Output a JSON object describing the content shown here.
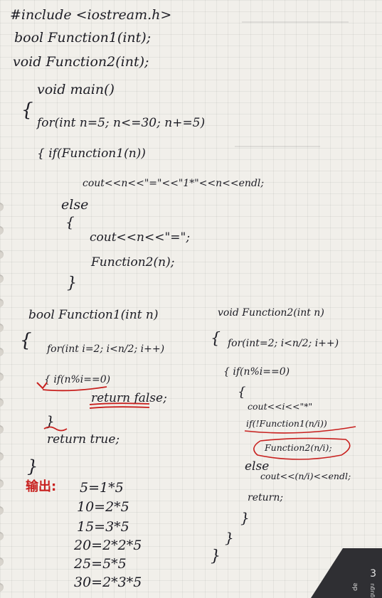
{
  "main_code": {
    "include": "#include <iostream.h>",
    "decl1": "bool Function1(int);",
    "decl2": "void Function2(int);",
    "main_sig": "void main()",
    "brace_open": "{",
    "for_loop": "for(int n=5; n<=30; n+=5)",
    "if_line": "{ if(Function1(n))",
    "cout1": "cout<<n<<\"=\"<<\"1*\"<<n<<endl;",
    "else": "else",
    "inner_open": "{",
    "cout2": "cout<<n<<\"=\";",
    "call": "Function2(n);",
    "inner_close": "}"
  },
  "function1": {
    "sig": "bool Function1(int n)",
    "open": "{",
    "for_loop": "for(int i=2; i<n/2; i++)",
    "if_line": "{ if(n%i==0)",
    "ret_false": "return false;",
    "close_for": "}",
    "ret_true": "return true;",
    "close": "}"
  },
  "function2": {
    "sig": "void Function2(int n)",
    "open": "{",
    "for_loop": "for(int=2; i<n/2; i++)",
    "if_line": "{ if(n%i==0)",
    "inner_open": "{",
    "cout": "cout<<i<<\"*\"",
    "if_not": "if(!Function1(n/i))",
    "call": "Function2(n/i);",
    "else": "else",
    "cout_else": "cout<<(n/i)<<endl;",
    "ret": "return;",
    "close1": "}",
    "close2": "}",
    "close3": "}"
  },
  "output": {
    "label": "输出:",
    "lines": [
      "5=1*5",
      "10=2*5",
      "15=3*5",
      "20=2*2*5",
      "25=5*5",
      "30=2*3*5"
    ]
  },
  "booklet": {
    "number": "3",
    "tag": "de",
    "sub": "gugu"
  },
  "colors": {
    "ink": "#1c1c24",
    "red_ink": "#c8201e",
    "paper": "#f1efea"
  }
}
